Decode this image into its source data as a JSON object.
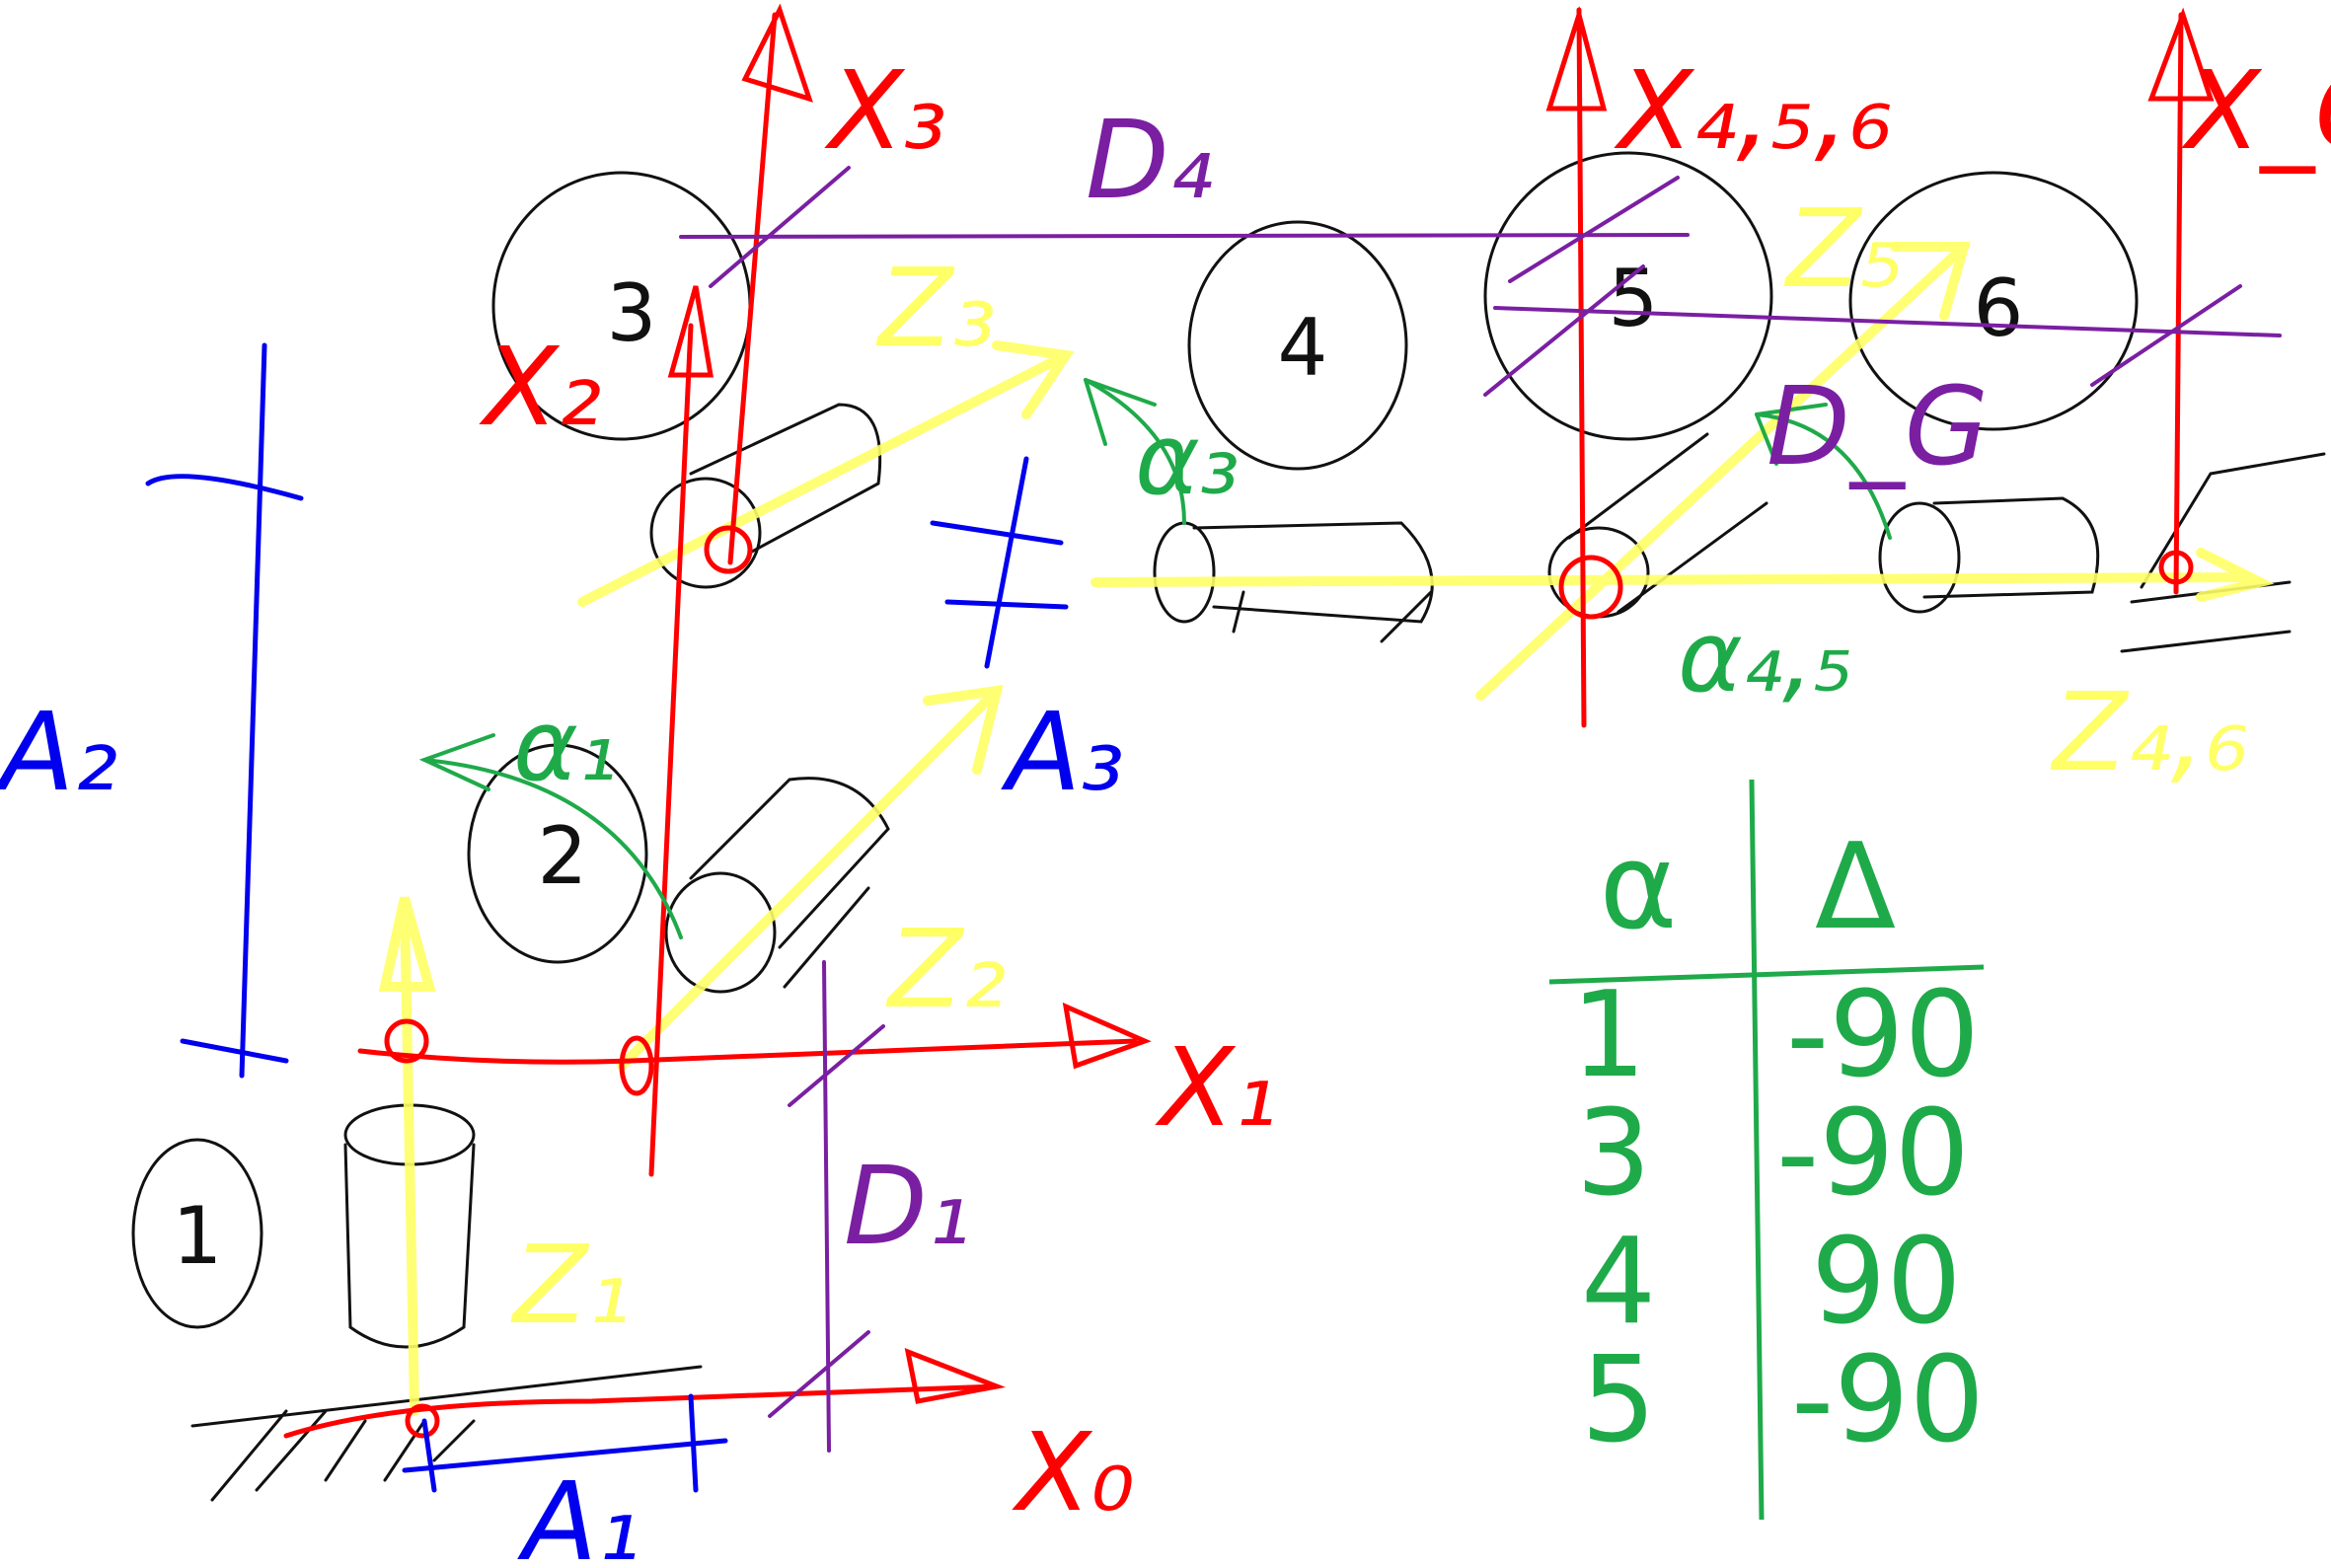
{
  "colors": {
    "axis_x": "#ff0000",
    "axis_z": "#ffff66",
    "offset_d": "#7a1fa2",
    "offset_a": "#0000ee",
    "angle": "#1faa4a",
    "sketch": "#111111"
  },
  "labels": {
    "x0": "X₀",
    "x1": "X₁",
    "x2": "X₂",
    "x3": "X₃",
    "x456": "X₄,₅,₆",
    "xg": "X_G",
    "z1": "Z₁",
    "z2": "Z₂",
    "z3": "Z₃",
    "z5": "Z₅",
    "z46": "Z₄,₆",
    "d1": "D₁",
    "d4": "D₄",
    "dg": "D_G",
    "a1": "A₁",
    "a2": "A₂",
    "a3": "A₃",
    "alpha1": "α₁",
    "alpha3": "α₃",
    "alpha45": "α₄,₅",
    "joint1": "1",
    "joint2": "2",
    "joint3": "3",
    "joint4": "4",
    "joint5": "5",
    "joint6": "6"
  },
  "table": {
    "headers": [
      "α",
      "Δ"
    ],
    "rows": [
      {
        "alpha": "1",
        "delta": "-90"
      },
      {
        "alpha": "3",
        "delta": "-90"
      },
      {
        "alpha": "4",
        "delta": "90"
      },
      {
        "alpha": "5",
        "delta": "-90"
      }
    ]
  }
}
